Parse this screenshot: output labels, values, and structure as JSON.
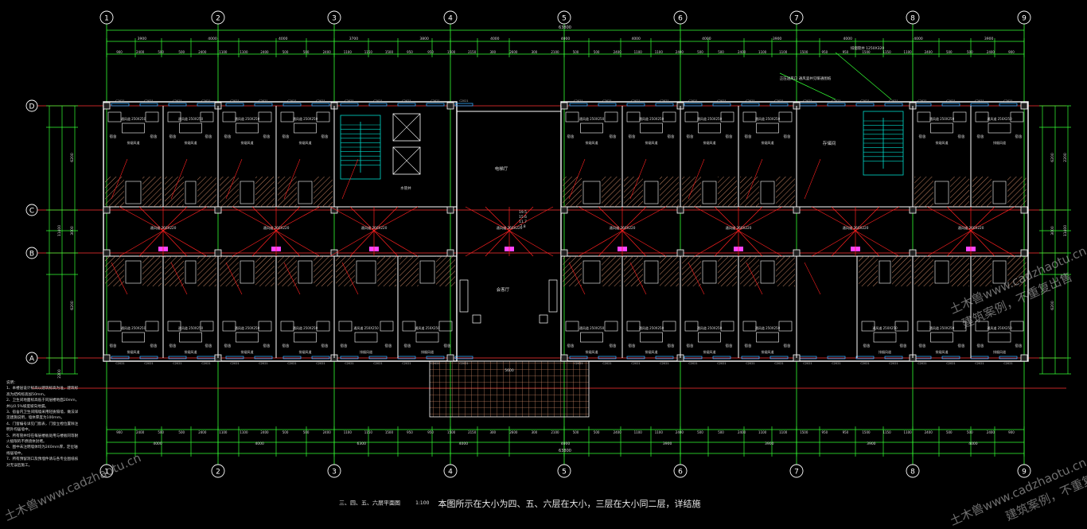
{
  "axes_numbers": [
    "1",
    "2",
    "3",
    "4",
    "5",
    "6",
    "7",
    "8",
    "9"
  ],
  "axes_letters": [
    "D",
    "C",
    "B",
    "A"
  ],
  "dims": {
    "overall": "63800",
    "top_bays": [
      "3900",
      "4000",
      "4000",
      "3700",
      "3800",
      "4000",
      "4000",
      "4000",
      "4000",
      "3900",
      "4000",
      "4000",
      "3900"
    ],
    "top_details": [
      "900",
      "2400",
      "500",
      "500",
      "2400",
      "1100",
      "1100",
      "2400",
      "500",
      "500",
      "2400",
      "1100",
      "1150",
      "1500",
      "950",
      "950",
      "1500",
      "2150",
      "300",
      "2600",
      "300",
      "2100",
      "500",
      "500",
      "2400",
      "1100",
      "1100",
      "2400",
      "500",
      "500",
      "2400",
      "1100",
      "1100",
      "1500",
      "950",
      "950",
      "1500",
      "1150",
      "1100",
      "2400",
      "500",
      "500",
      "2400",
      "900"
    ],
    "right_side": [
      "2200",
      "6200",
      "3000",
      "6200",
      "2200",
      "11400",
      "900",
      "900"
    ],
    "bottom_bays": [
      "4000",
      "4000",
      "6300",
      "4000",
      "4000",
      "3900",
      "3900",
      "3900",
      "4000"
    ]
  },
  "labels": {
    "room": "宿舍",
    "shaft": "水管井",
    "elevator_hall": "电梯厅",
    "lounge": "会客厅",
    "storage": "存储间",
    "vent": "通风道 250X250",
    "vent2": "排烟风道",
    "duct": "通风道 260X220",
    "window": "C2021",
    "door": "M0921",
    "note_top": "排烟管井 1250X320",
    "note_top2": "正压送风口 通风竖井见暖通图纸",
    "levels": [
      "19.5",
      "15.6",
      "11.7",
      "7.8"
    ]
  },
  "notes_title": "说明：",
  "notes": [
    "1、本楼层设计标高以建筑标高为准，建筑标高为结构标高加50mm。",
    "2、卫生间地面标高低于同层楼地面20mm，并以0.5%坡度坡向地漏。",
    "3、宿舍内卫生间隔墙采用轻质隔墙，做法详见建施说明，墙体厚度为100mm。",
    "4、门窗编号详见门窗表，门窗立樘位置除注明外均居墙中。",
    "5、所有管井均在每层楼板处用与楼板同等耐火极限的不燃烧体封堵。",
    "6、图中未注明墙体均为240mm厚，定位轴线居墙中。",
    "7、所有预留洞口及预埋件请与各专业图纸核对无误后施工。"
  ],
  "caption": {
    "title": "三、四、五、六层平面图",
    "scale": "1:100",
    "note": "本图所示在大小为四、五、六层在大小，三层在大小同二层，详结施"
  },
  "watermarks": {
    "site": "土木兽www.cadzhaotu.cn",
    "tagline": "建筑案例，不重复出售"
  },
  "colors": {
    "background": "#000000",
    "grid": "#ff3333",
    "wall": "#ffffff",
    "dim": "#33ff33",
    "window": "#33aaff",
    "stair": "#00ddcc",
    "leader": "#ff2020",
    "hatch": "#c08060",
    "fixture": "#ff44ff"
  }
}
